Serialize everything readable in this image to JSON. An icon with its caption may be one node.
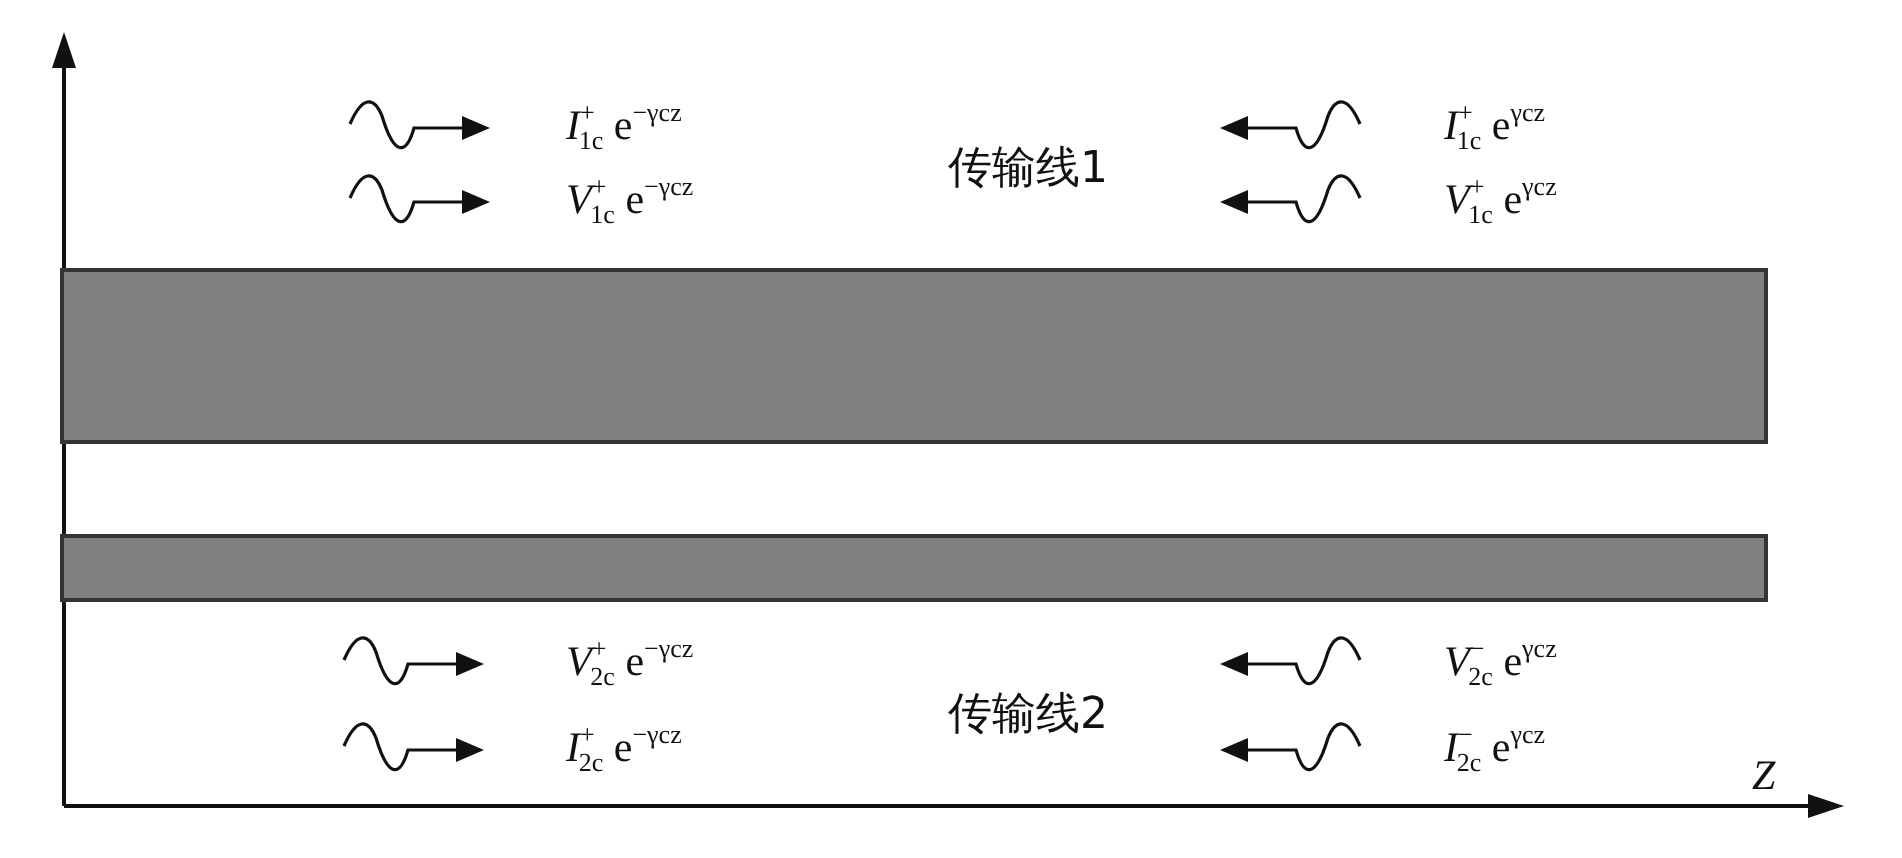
{
  "diagram": {
    "nodes": [
      {
        "text": [],
        "shape": "bar"
      },
      {
        "text": [],
        "shape": "bar"
      }
    ],
    "labels": [
      "*I*$^{+}$$_{1c}$ e$^{−γ}$$^{c}$$^{z}$",
      "*I*$^{+}$$_{1c}$ e$^{γ}$$^{c}$$^{z}$",
      "传输线1",
      "*V*$^{+}$$_{1c}$ e$^{−γ}$$^{c}$$^{z}$",
      "*V*$^{+}$$_{1c}$ e$^{γ}$$^{c}$$^{z}$",
      "*V*$^{+}$$_{2c}$ e$^{−γ}$$^{c}$$^{z}$",
      "*V*$^{−}$$_{2c}$ e$^{γ}$$^{c}$$^{z}$",
      "传输线2",
      "*I*$^{+}$$_{2c}$ e$^{−γ}$$^{c}$$^{z}$",
      "*I*$^{−}$$_{2c}$ e$^{γ}$$^{c}$$^{z}$",
      "*Z*"
    ]
  }
}
